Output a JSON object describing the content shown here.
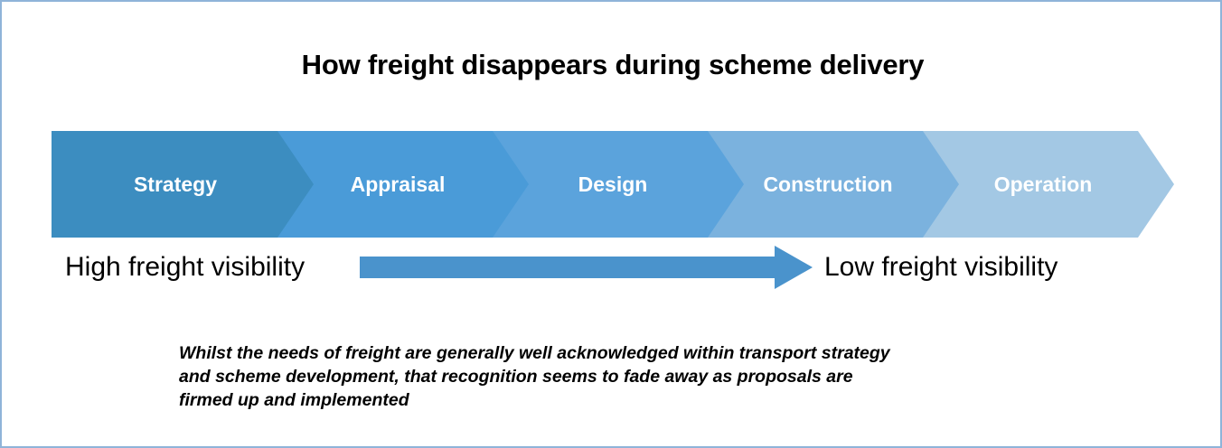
{
  "slide": {
    "title": "How freight disappears during scheme delivery",
    "border_color": "#8fb4d9",
    "background_color": "#ffffff"
  },
  "process": {
    "name": "scheme-delivery-stages",
    "stages": [
      {
        "label": "Strategy",
        "color": "#3c8dc0"
      },
      {
        "label": "Appraisal",
        "color": "#4a9bd8"
      },
      {
        "label": "Design",
        "color": "#5ba3dc"
      },
      {
        "label": "Construction",
        "color": "#7bb2de"
      },
      {
        "label": "Operation",
        "color": "#a3c8e4"
      }
    ]
  },
  "visibility": {
    "left_label": "High freight visibility",
    "right_label": "Low freight visibility",
    "arrow_color": "#4a93cc",
    "arrow_direction": "right"
  },
  "caption": {
    "line1": "Whilst the needs of freight are generally well acknowledged within transport strategy",
    "line2": "and scheme development, that recognition seems to fade away as proposals are",
    "line3": "firmed up and implemented"
  }
}
